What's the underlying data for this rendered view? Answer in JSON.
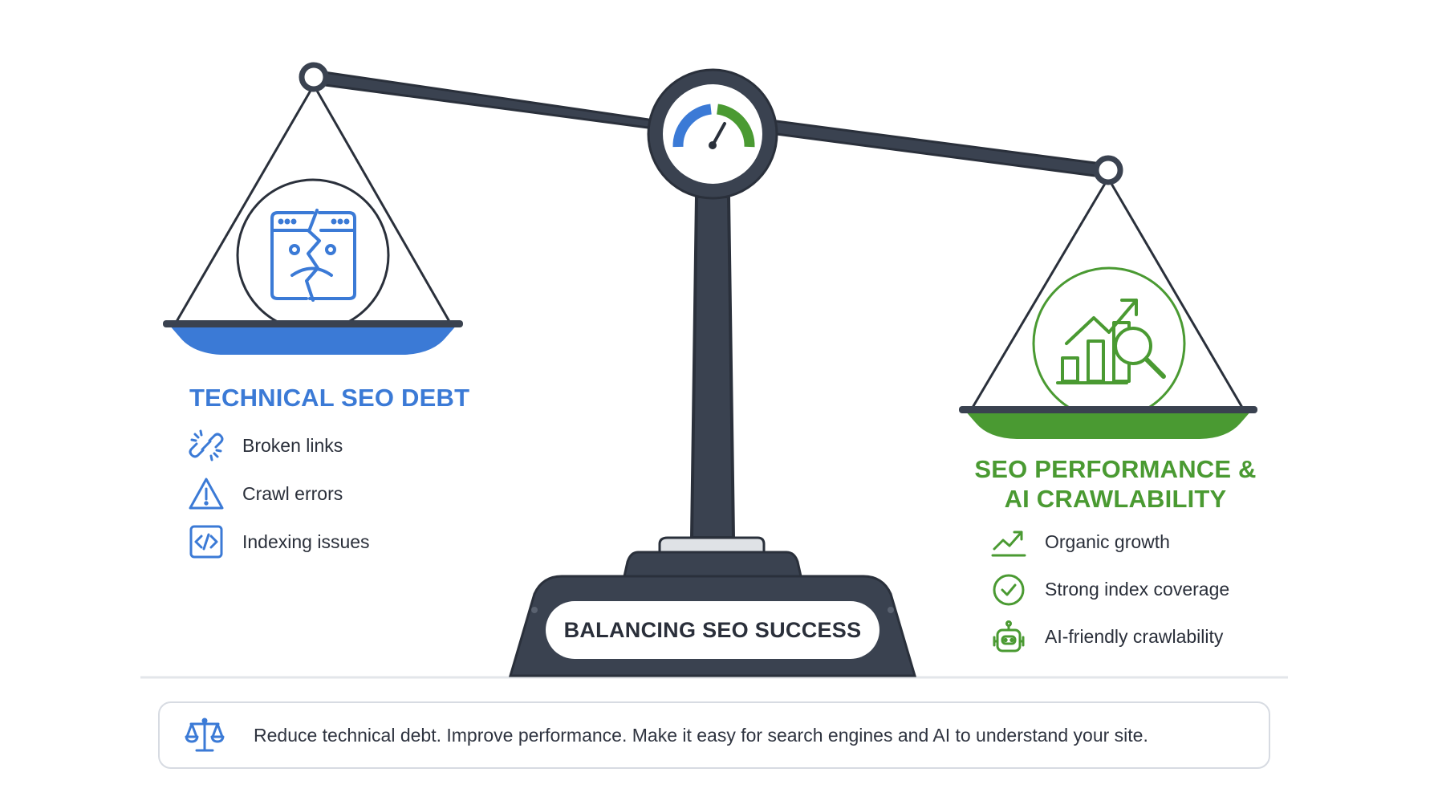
{
  "colors": {
    "dark": "#3a4250",
    "blue": "#3b7ad6",
    "green": "#4a9a32",
    "text": "#2a2f3a",
    "divider": "#e3e6ea",
    "border": "#d7dbe2"
  },
  "center": {
    "label": "BALANCING SEO SUCCESS",
    "gauge_icon": "speedometer-icon"
  },
  "left": {
    "title": "TECHNICAL SEO DEBT",
    "pan_icon": "broken-browser-window-icon",
    "items": [
      {
        "icon": "broken-link-icon",
        "label": "Broken links"
      },
      {
        "icon": "warning-triangle-icon",
        "label": "Crawl errors"
      },
      {
        "icon": "code-icon",
        "label": "Indexing issues"
      }
    ]
  },
  "right": {
    "title_line1": "SEO PERFORMANCE &",
    "title_line2": "AI CRAWLABILITY",
    "pan_icon": "growth-chart-magnifier-icon",
    "items": [
      {
        "icon": "trend-up-icon",
        "label": "Organic growth"
      },
      {
        "icon": "check-circle-icon",
        "label": "Strong index coverage"
      },
      {
        "icon": "robot-icon",
        "label": "AI-friendly crawlability"
      }
    ]
  },
  "caption": {
    "icon": "balance-scale-icon",
    "text": "Reduce technical debt. Improve performance. Make it easy for search engines and AI to understand your site."
  }
}
